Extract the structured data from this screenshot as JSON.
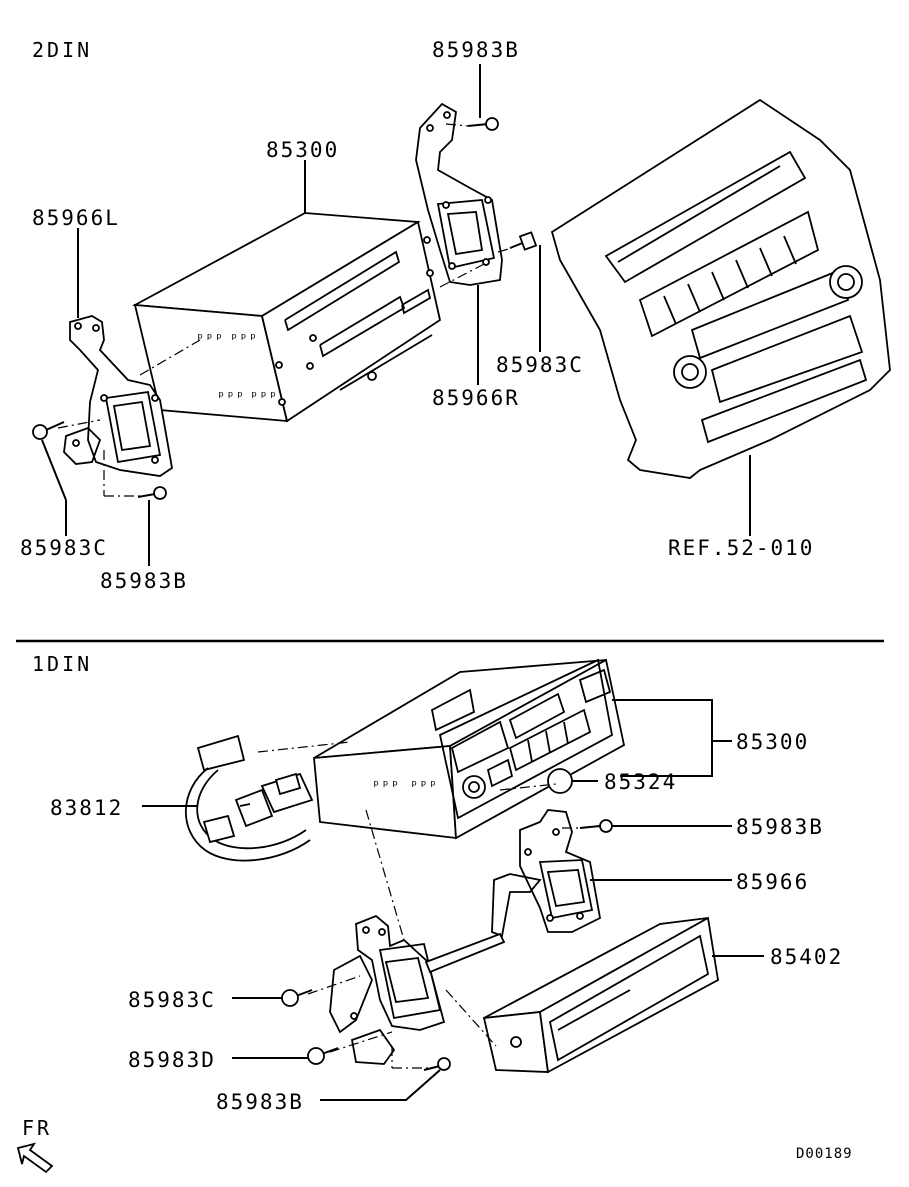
{
  "sections": {
    "top_label": "2DIN",
    "bottom_label": "1DIN"
  },
  "labels": {
    "top_85983B_upper": "85983B",
    "top_85300": "85300",
    "top_85966L": "85966L",
    "top_85983C_right": "85983C",
    "top_85966R": "85966R",
    "top_85983C_left": "85983C",
    "top_85983B_lower": "85983B",
    "top_ref": "REF.52-010",
    "bot_85300": "85300",
    "bot_85324": "85324",
    "bot_83812": "83812",
    "bot_85983B_right": "85983B",
    "bot_85966": "85966",
    "bot_85402": "85402",
    "bot_85983C": "85983C",
    "bot_85983D": "85983D",
    "bot_85983B_lower": "85983B"
  },
  "direction": {
    "label": "FR"
  },
  "diagram_code": "D00189"
}
